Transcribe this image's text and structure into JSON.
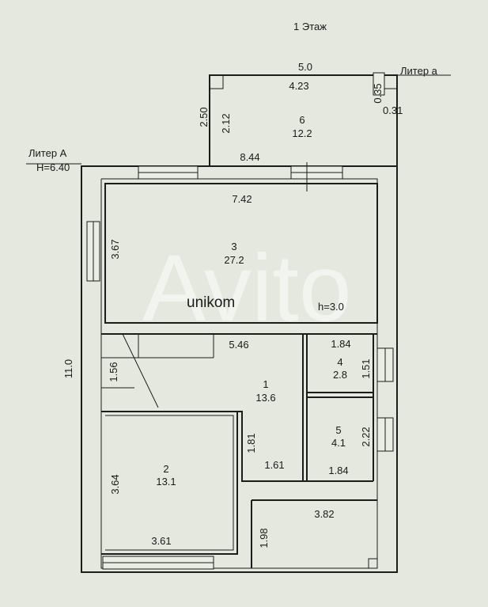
{
  "header": {
    "floor_label": "1 Этаж"
  },
  "liters": {
    "a_name": "Литер А",
    "a_height": "H=6.40",
    "small_name": "Литер а"
  },
  "rooms": {
    "r1": {
      "number": "1",
      "area": "13.6"
    },
    "r2": {
      "number": "2",
      "area": "13.1"
    },
    "r3": {
      "number": "3",
      "area": "27.2",
      "height": "h=3.0"
    },
    "r4": {
      "number": "4",
      "area": "2.8"
    },
    "r5": {
      "number": "5",
      "area": "4.1"
    },
    "r6": {
      "number": "6",
      "area": "12.2"
    }
  },
  "dimensions": {
    "top_outer": "5.0",
    "top_inner": "4.23",
    "side_035": "0.35",
    "side_031": "0.31",
    "left_250": "2.50",
    "left_212": "2.12",
    "width_844": "8.44",
    "r3_width": "7.42",
    "r3_height": "3.67",
    "r1_width": "5.46",
    "stair": "1.56",
    "total_height": "11.0",
    "r4_width": "1.84",
    "r4_height": "1.51",
    "r5_height": "2.22",
    "r5_width": "1.84",
    "corr_height": "1.81",
    "corr_width": "1.61",
    "r2_height": "3.64",
    "r2_width": "3.61",
    "bottom_height": "1.98",
    "bottom_width": "3.82"
  },
  "watermark": {
    "brand": "unikom"
  }
}
